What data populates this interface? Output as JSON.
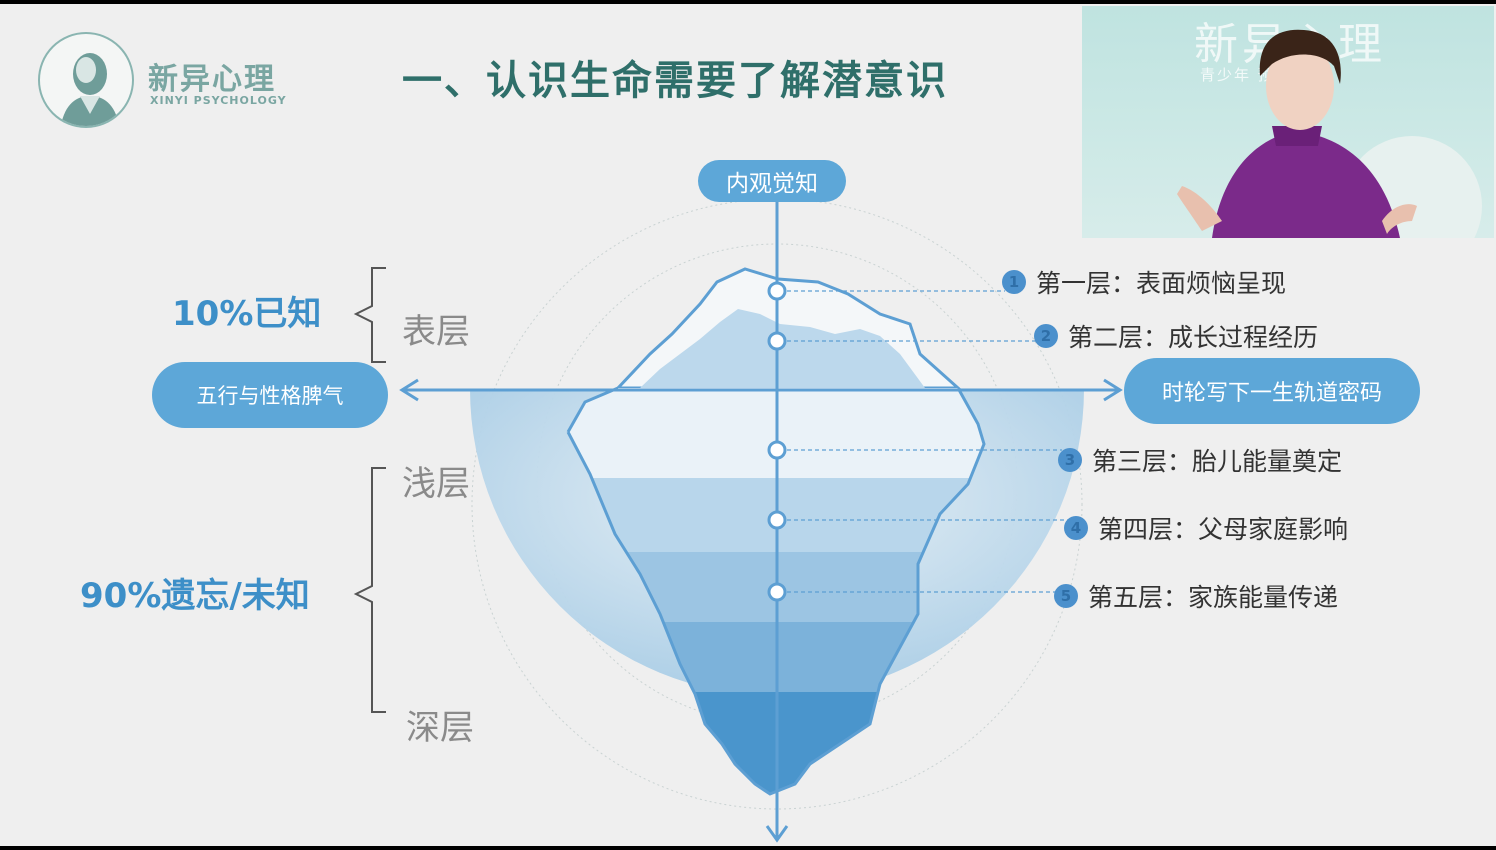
{
  "brand": {
    "name_cn": "新异心理",
    "name_en": "XINYI PSYCHOLOGY"
  },
  "slide": {
    "title": "一、认识生命需要了解潜意识",
    "top_label": "内观觉知",
    "left_pill": "五行与性格脾气",
    "right_pill": "时轮写下一生轨道密码",
    "known_pct": "10%已知",
    "unknown_pct": "90%遗忘/未知",
    "layers": {
      "surface": "表层",
      "shallow": "浅层",
      "deep": "深层"
    },
    "levels": [
      {
        "num": "1",
        "text": "第一层：表面烦恼呈现"
      },
      {
        "num": "2",
        "text": "第二层：成长过程经历"
      },
      {
        "num": "3",
        "text": "第三层：胎儿能量奠定"
      },
      {
        "num": "4",
        "text": "第四层：父母家庭影响"
      },
      {
        "num": "5",
        "text": "第五层：家族能量传递"
      }
    ]
  },
  "video": {
    "watermark_title": "新异心理",
    "watermark_sub": "青少年        预中心"
  },
  "colors": {
    "accent_blue": "#5da7d8",
    "title_teal": "#2f6f6a",
    "brand_teal": "#7aa6a2"
  }
}
